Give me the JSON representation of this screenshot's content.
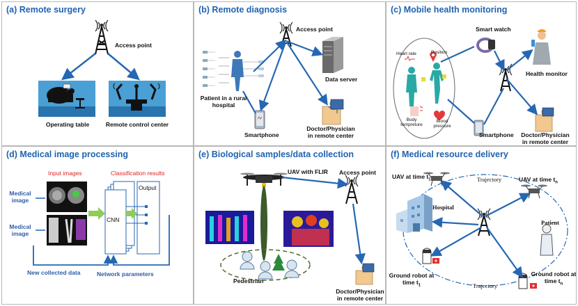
{
  "panels": {
    "a": {
      "title": "(a) Remote surgery",
      "access_point": "Access point",
      "operating_table": "Operating table",
      "remote_control": "Remote control center"
    },
    "b": {
      "title": "(b) Remote diagnosis",
      "access_point": "Access point",
      "data_server": "Data server",
      "patient": "Patient in a rural\nhospital",
      "smartphone": "Smartphone",
      "doctor": "Doctor/Physician\nin remote center"
    },
    "c": {
      "title": "(c) Mobile health monitoring",
      "smart_watch": "Smart watch",
      "heart_rate": "Heart rate",
      "position": "Position",
      "health_monitor": "Health monitor",
      "body_temp": "Body\ntempreture",
      "blood_pressure": "Blood\npressure",
      "smartphone": "Smartphone",
      "doctor": "Doctor/Physician\nin remote center"
    },
    "d": {
      "title": "(d) Medical image processing",
      "input_images": "Input images",
      "classification": "Classification results",
      "medical_image_1": "Medical\nimage",
      "medical_image_2": "Medical\nimage",
      "cnn": "CNN",
      "output": "Output",
      "new_data": "New collected data",
      "network_params": "Network parameters"
    },
    "e": {
      "title": "(e) Biological samples/data collection",
      "uav": "UAV with FLIR",
      "access_point": "Access point",
      "pedestrian": "Pedestrian",
      "doctor": "Doctor/Physician\nin remote center"
    },
    "f": {
      "title": "(f) Medical resource delivery",
      "uav_t1": "UAV at time t",
      "uav_t1_sub": "1",
      "uav_tn": "UAV at time t",
      "uav_tn_sub": "n",
      "trajectory_top": "Trajectory",
      "trajectory_bottom": "Trajectory",
      "hospital": "Hospital",
      "patient": "Patient",
      "robot_t1": "Ground robot at\ntime t",
      "robot_t1_sub": "1",
      "robot_tn": "Ground robot at\ntime t",
      "robot_tn_sub": "n"
    }
  },
  "colors": {
    "title_blue": "#1f63b0",
    "arrow_blue": "#2567b3",
    "label_red": "#e02020",
    "green_arrow": "#8fcc5a"
  }
}
